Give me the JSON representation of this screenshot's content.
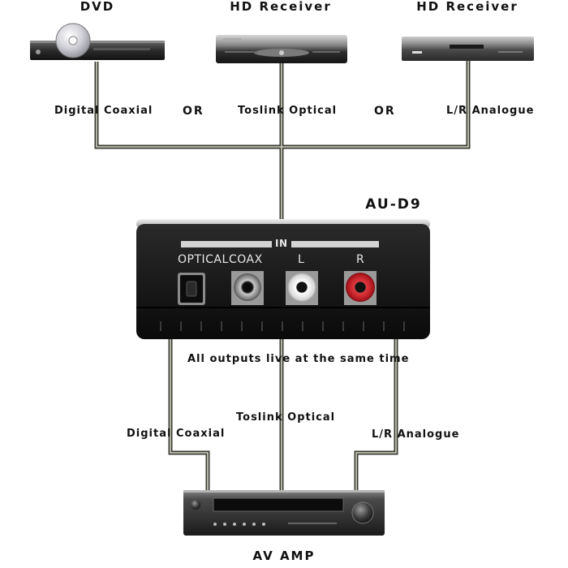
{
  "sources": {
    "dvd": "DVD",
    "hd_receiver_1": "HD Receiver",
    "hd_receiver_2": "HD Receiver"
  },
  "inputs": {
    "digital_coaxial": "Digital Coaxial",
    "or_1": "OR",
    "toslink_optical": "Toslink Optical",
    "or_2": "OR",
    "lr_analogue": "L/R Analogue"
  },
  "device": {
    "name": "AU-D9",
    "panel_in": "IN",
    "port_optical": "OPTICAL",
    "port_coax": "COAX",
    "port_l": "L",
    "port_r": "R"
  },
  "outputs": {
    "note": "All outputs live at the same time",
    "toslink_optical": "Toslink Optical",
    "digital_coaxial": "Digital Coaxial",
    "lr_analogue": "L/R Analogue"
  },
  "sink": {
    "name": "AV AMP"
  },
  "colors": {
    "wire": "#3b3b35",
    "wire_highlight": "#d2d2c2",
    "device_body": "#151515",
    "rca_red": "#c8202a",
    "rca_white": "#eeeeee"
  }
}
